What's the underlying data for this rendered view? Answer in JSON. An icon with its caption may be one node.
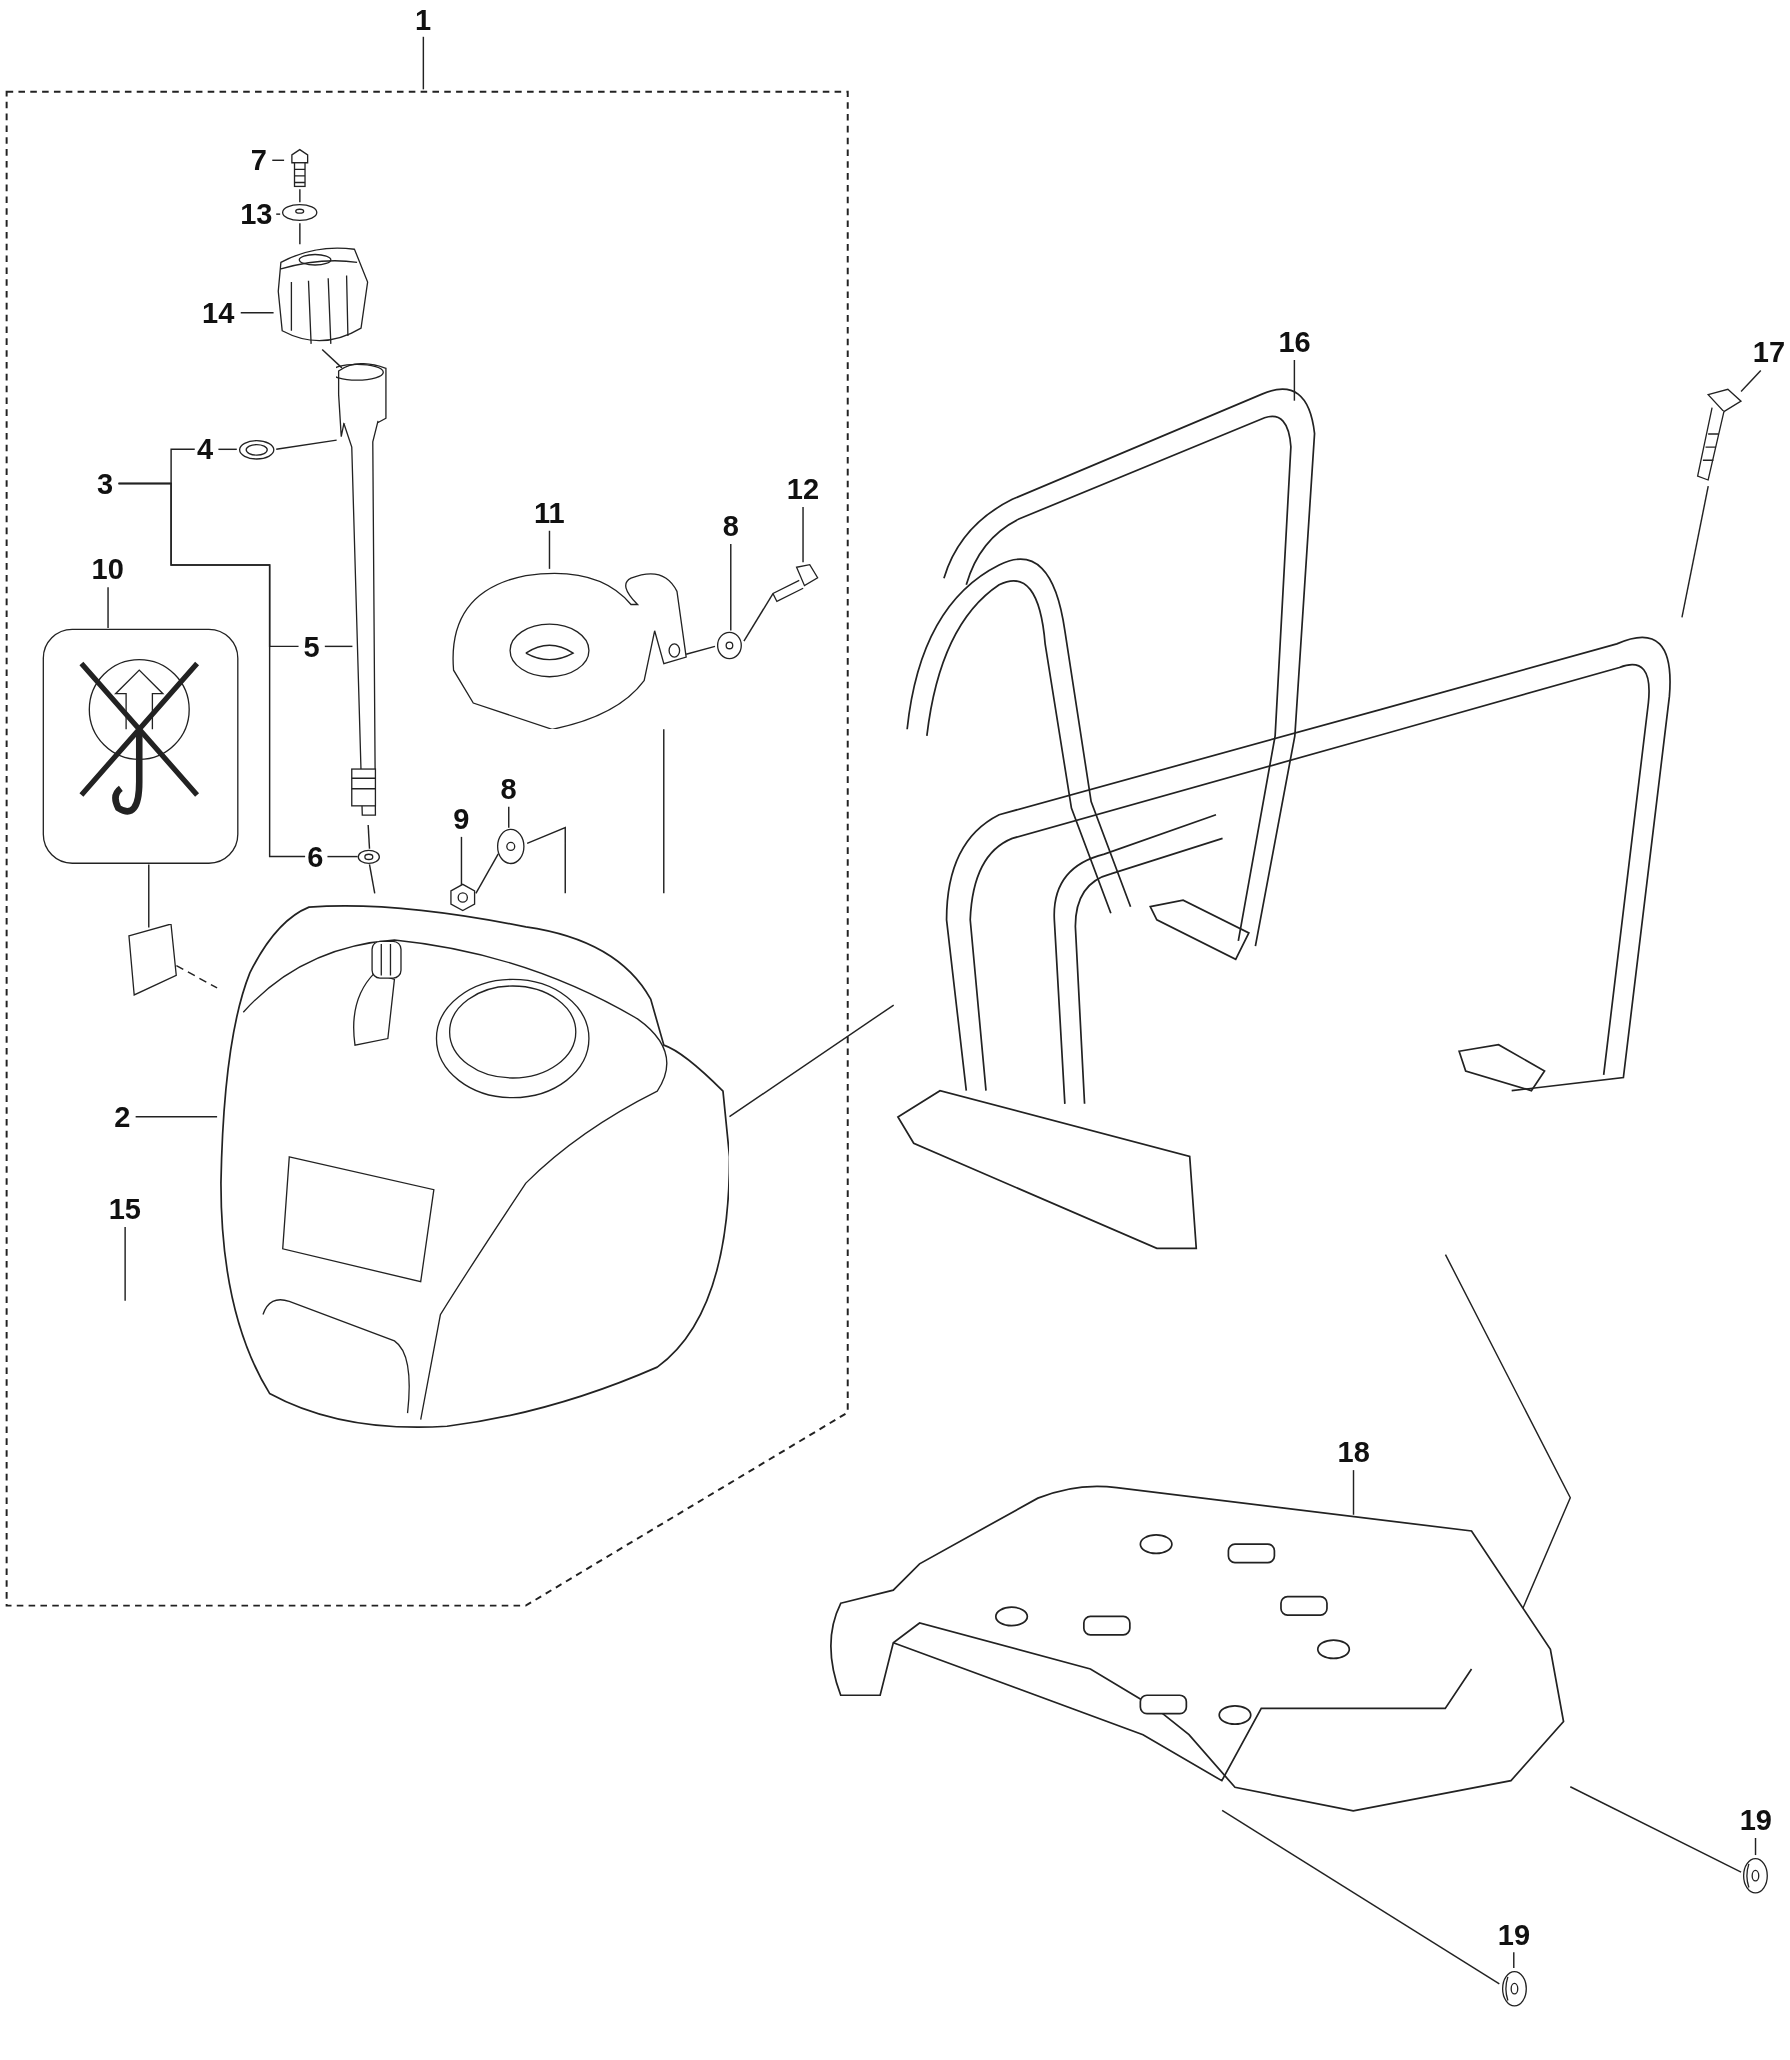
{
  "diagram": {
    "nodes": [
      {
        "text": [],
        "shape": "box"
      },
      {
        "text": [
          "1"
        ]
      },
      {
        "text": [
          "7"
        ],
        "in": 0
      },
      {
        "text": [],
        "shape": "picture",
        "in": 0
      },
      {
        "text": [
          "13"
        ],
        "in": 0
      },
      {
        "text": [],
        "shape": "picture",
        "in": 0
      },
      {
        "text": [
          "14"
        ],
        "in": 0
      },
      {
        "text": [],
        "shape": "picture",
        "in": 0
      },
      {
        "text": [
          "4"
        ],
        "in": 0
      },
      {
        "text": [],
        "shape": "picture",
        "in": 0
      },
      {
        "text": [
          "3"
        ],
        "in": 0
      },
      {
        "text": [
          "11"
        ],
        "in": 0
      },
      {
        "text": [],
        "shape": "picture",
        "in": 0
      },
      {
        "text": [
          "8"
        ],
        "in": 0
      },
      {
        "text": [],
        "shape": "picture",
        "in": 0
      },
      {
        "text": [
          "12"
        ],
        "in": 0
      },
      {
        "text": [],
        "shape": "picture",
        "in": 0
      },
      {
        "text": [
          "10"
        ],
        "in": 0
      },
      {
        "text": [],
        "shape": "picture",
        "in": 0
      },
      {
        "text": [
          "5"
        ],
        "in": 0
      },
      {
        "text": [],
        "shape": "picture",
        "in": 0
      },
      {
        "text": [
          "9"
        ],
        "in": 0
      },
      {
        "text": [],
        "shape": "picture",
        "in": 0
      },
      {
        "text": [
          "8"
        ],
        "in": 0
      },
      {
        "text": [],
        "shape": "picture",
        "in": 0
      },
      {
        "text": [
          "6"
        ],
        "in": 0
      },
      {
        "text": [],
        "shape": "picture",
        "in": 0
      },
      {
        "text": [],
        "shape": "picture",
        "in": 0
      },
      {
        "text": [
          "2"
        ],
        "in": 0
      },
      {
        "text": [],
        "shape": "picture",
        "in": 0
      },
      {
        "text": [
          "15"
        ],
        "in": 0
      },
      {
        "text": [
          "16"
        ]
      },
      {
        "text": [],
        "shape": "picture"
      },
      {
        "text": [
          "17"
        ]
      },
      {
        "text": [],
        "shape": "picture"
      },
      {
        "text": [
          "18"
        ]
      },
      {
        "text": [],
        "shape": "picture"
      },
      {
        "text": [
          "19"
        ]
      },
      {
        "text": [],
        "shape": "picture"
      },
      {
        "text": [
          "19"
        ]
      },
      {
        "text": [],
        "shape": "picture"
      }
    ],
    "edges": [
      {
        "from": 1,
        "to": 0,
        "arrow": "none"
      },
      {
        "from": 2,
        "to": 3,
        "arrow": "none"
      },
      {
        "from": 4,
        "to": 5,
        "arrow": "none"
      },
      {
        "from": 6,
        "to": 7,
        "arrow": "none"
      },
      {
        "from": 8,
        "to": 9,
        "arrow": "none"
      },
      {
        "from": 10,
        "to": 8,
        "arrow": "none"
      },
      {
        "from": 10,
        "to": 19,
        "arrow": "none"
      },
      {
        "from": 10,
        "to": 25,
        "arrow": "none"
      },
      {
        "from": 11,
        "to": 12,
        "arrow": "none"
      },
      {
        "from": 13,
        "to": 14,
        "arrow": "none"
      },
      {
        "from": 15,
        "to": 16,
        "arrow": "none"
      },
      {
        "from": 17,
        "to": 18,
        "arrow": "none"
      },
      {
        "from": 19,
        "to": 20,
        "arrow": "none"
      },
      {
        "from": 21,
        "to": 22,
        "arrow": "none"
      },
      {
        "from": 23,
        "to": 24,
        "arrow": "none"
      },
      {
        "from": 25,
        "to": 26,
        "arrow": "none"
      },
      {
        "from": 28,
        "to": 29,
        "arrow": "none"
      },
      {
        "from": 30,
        "to": null,
        "arrow": "none"
      },
      {
        "from": 31,
        "to": 32,
        "arrow": "none"
      },
      {
        "from": 33,
        "to": 34,
        "arrow": "none"
      },
      {
        "from": 35,
        "to": 36,
        "arrow": "none"
      },
      {
        "from": 37,
        "to": 38,
        "arrow": "none"
      },
      {
        "from": 39,
        "to": 40,
        "arrow": "none"
      },
      {
        "from": 3,
        "to": 5,
        "arrow": "none"
      },
      {
        "from": 5,
        "to": 7,
        "arrow": "none"
      },
      {
        "from": 7,
        "to": 20,
        "arrow": "none"
      },
      {
        "from": 9,
        "to": 20,
        "arrow": "none"
      },
      {
        "from": 20,
        "to": 26,
        "arrow": "none"
      },
      {
        "from": 26,
        "to": 29,
        "arrow": "none"
      },
      {
        "from": 16,
        "to": 14,
        "arrow": "none"
      },
      {
        "from": 14,
        "to": 12,
        "arrow": "none"
      },
      {
        "from": 12,
        "to": 29,
        "arrow": "none"
      },
      {
        "from": 22,
        "to": 24,
        "arrow": "none"
      },
      {
        "from": 24,
        "to": 29,
        "arrow": "none"
      },
      {
        "from": 18,
        "to": 27,
        "arrow": "none"
      },
      {
        "from": 27,
        "to": 29,
        "arrow": "none",
        "style": "dashed"
      },
      {
        "from": 29,
        "to": 32,
        "arrow": "none"
      },
      {
        "from": 34,
        "to": 32,
        "arrow": "none"
      },
      {
        "from": 32,
        "to": 36,
        "arrow": "none"
      },
      {
        "from": 38,
        "to": 36,
        "arrow": "none"
      },
      {
        "from": 40,
        "to": 36,
        "arrow": "none"
      }
    ]
  }
}
